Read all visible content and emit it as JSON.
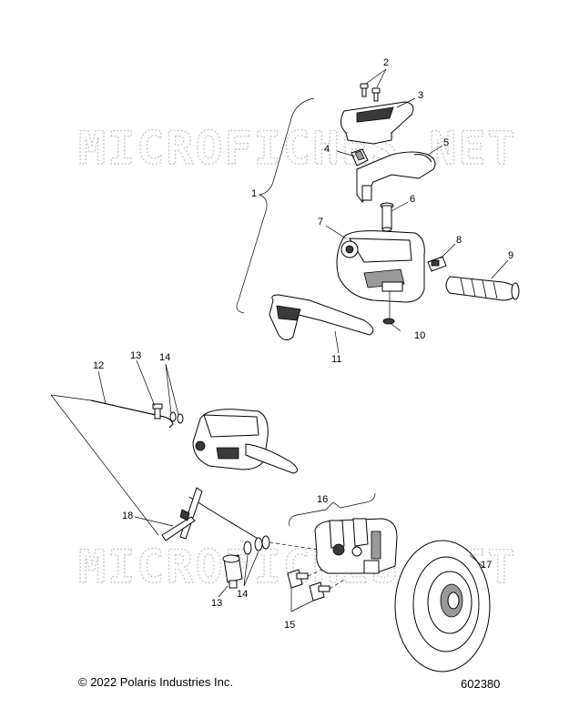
{
  "watermark": "MICROFICHES.NET",
  "callouts": [
    "1",
    "2",
    "3",
    "4",
    "5",
    "6",
    "7",
    "8",
    "9",
    "10",
    "11",
    "12",
    "13",
    "13",
    "14",
    "14",
    "15",
    "16",
    "17",
    "18"
  ],
  "footer": {
    "copyright": "© 2022 Polaris Industries Inc.",
    "diagram_id": "602380"
  }
}
